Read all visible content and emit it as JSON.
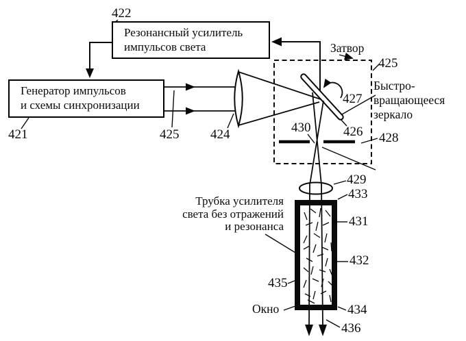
{
  "figure": {
    "boxes": {
      "resonant_amplifier": {
        "line1": "Резонансный усилитель",
        "line2": "импульсов света"
      },
      "pulse_generator": {
        "line1": "Генератор импульсов",
        "line2": "и схемы синхронизации"
      }
    },
    "annotations": {
      "shutter": "Затвор",
      "mirror": {
        "line1": "Быстро-",
        "line2": "вращающееся",
        "line3": "зеркало"
      },
      "tube": {
        "line1": "Трубка усилителя",
        "line2": "света без отражений",
        "line3": "и резонанса"
      },
      "window": "Окно"
    },
    "refs": {
      "r421": "421",
      "r422": "422",
      "r424": "424",
      "r425_beams": "425",
      "r425_shutter": "425",
      "r426": "426",
      "r427": "427",
      "r428": "428",
      "r429": "429",
      "r430": "430",
      "r431": "431",
      "r432": "432",
      "r433": "433",
      "r434": "434",
      "r435": "435",
      "r436": "436"
    },
    "colors": {
      "ink": "#0a0a0a",
      "paper": "#ffffff"
    }
  }
}
